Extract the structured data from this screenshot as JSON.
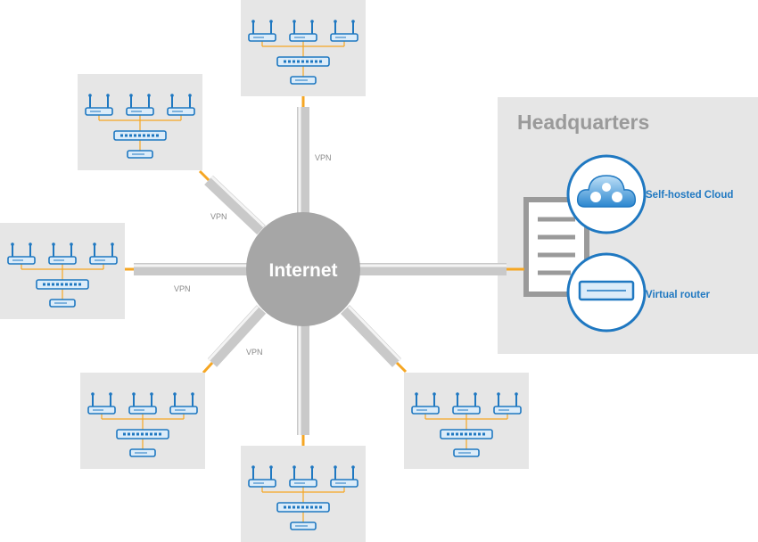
{
  "internet_label": "Internet",
  "hq": {
    "title": "Headquarters",
    "services": [
      {
        "label": "Self-hosted Cloud",
        "icon": "cloud-icon"
      },
      {
        "label": "Virtual router",
        "icon": "router-icon"
      }
    ]
  },
  "vpn_label": "VPN",
  "branch_sites": [
    {
      "name": "branch-top",
      "access_points": 3,
      "switches": 1,
      "routers": 1,
      "vpn_labeled": true
    },
    {
      "name": "branch-top-left",
      "access_points": 3,
      "switches": 1,
      "routers": 1,
      "vpn_labeled": true
    },
    {
      "name": "branch-left",
      "access_points": 3,
      "switches": 1,
      "routers": 1,
      "vpn_labeled": true
    },
    {
      "name": "branch-bottom-left",
      "access_points": 3,
      "switches": 1,
      "routers": 1,
      "vpn_labeled": true
    },
    {
      "name": "branch-bottom",
      "access_points": 3,
      "switches": 1,
      "routers": 1,
      "vpn_labeled": false
    },
    {
      "name": "branch-bottom-right",
      "access_points": 3,
      "switches": 1,
      "routers": 1,
      "vpn_labeled": false
    }
  ],
  "colors": {
    "panel": "#e6e6e6",
    "tube": "#c9c9c9",
    "tube_highlight": "#f4f4f4",
    "internet": "#a6a6a6",
    "orange": "#f5a623",
    "blue": "#1f78c1",
    "light_blue": "#dcecf9"
  }
}
